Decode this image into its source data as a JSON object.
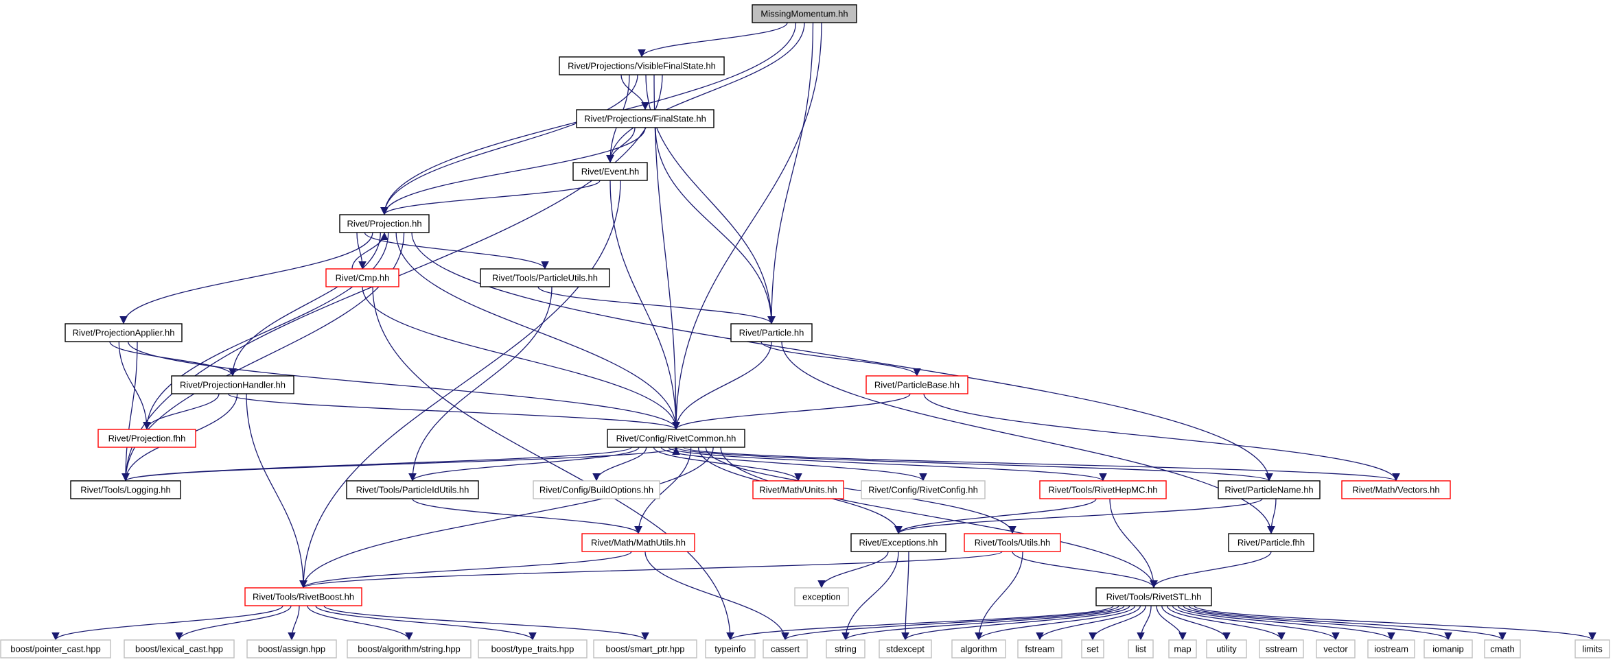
{
  "colors": {
    "root_fill": "#bfbfbf",
    "node_border": "#000000",
    "truncated_border": "#ff0000",
    "external_border": "#bfbfbf",
    "edge": "#191970"
  },
  "nodes": [
    {
      "id": "missing",
      "label": "MissingMomentum.hh",
      "kind": "root"
    },
    {
      "id": "vfs",
      "label": "Rivet/Projections/VisibleFinalState.hh",
      "kind": "normal"
    },
    {
      "id": "fs",
      "label": "Rivet/Projections/FinalState.hh",
      "kind": "normal"
    },
    {
      "id": "event",
      "label": "Rivet/Event.hh",
      "kind": "normal"
    },
    {
      "id": "proj",
      "label": "Rivet/Projection.hh",
      "kind": "normal"
    },
    {
      "id": "cmp",
      "label": "Rivet/Cmp.hh",
      "kind": "truncated"
    },
    {
      "id": "putils",
      "label": "Rivet/Tools/ParticleUtils.hh",
      "kind": "normal"
    },
    {
      "id": "papplier",
      "label": "Rivet/ProjectionApplier.hh",
      "kind": "normal"
    },
    {
      "id": "particle",
      "label": "Rivet/Particle.hh",
      "kind": "normal"
    },
    {
      "id": "phandler",
      "label": "Rivet/ProjectionHandler.hh",
      "kind": "normal"
    },
    {
      "id": "pbase",
      "label": "Rivet/ParticleBase.hh",
      "kind": "truncated"
    },
    {
      "id": "pfhh",
      "label": "Rivet/Projection.fhh",
      "kind": "truncated"
    },
    {
      "id": "common",
      "label": "Rivet/Config/RivetCommon.hh",
      "kind": "normal"
    },
    {
      "id": "logging",
      "label": "Rivet/Tools/Logging.hh",
      "kind": "normal"
    },
    {
      "id": "pidutils",
      "label": "Rivet/Tools/ParticleIdUtils.hh",
      "kind": "normal"
    },
    {
      "id": "buildopts",
      "label": "Rivet/Config/BuildOptions.hh",
      "kind": "external"
    },
    {
      "id": "units",
      "label": "Rivet/Math/Units.hh",
      "kind": "truncated"
    },
    {
      "id": "rconfig",
      "label": "Rivet/Config/RivetConfig.hh",
      "kind": "external"
    },
    {
      "id": "hepmc",
      "label": "Rivet/Tools/RivetHepMC.hh",
      "kind": "truncated"
    },
    {
      "id": "pname",
      "label": "Rivet/ParticleName.hh",
      "kind": "normal"
    },
    {
      "id": "vectors",
      "label": "Rivet/Math/Vectors.hh",
      "kind": "truncated"
    },
    {
      "id": "mathutils",
      "label": "Rivet/Math/MathUtils.hh",
      "kind": "truncated"
    },
    {
      "id": "exceptions",
      "label": "Rivet/Exceptions.hh",
      "kind": "normal"
    },
    {
      "id": "tutils",
      "label": "Rivet/Tools/Utils.hh",
      "kind": "truncated"
    },
    {
      "id": "pfhh2",
      "label": "Rivet/Particle.fhh",
      "kind": "normal"
    },
    {
      "id": "boost",
      "label": "Rivet/Tools/RivetBoost.hh",
      "kind": "truncated"
    },
    {
      "id": "exception",
      "label": "exception",
      "kind": "external"
    },
    {
      "id": "stl",
      "label": "Rivet/Tools/RivetSTL.hh",
      "kind": "normal"
    },
    {
      "id": "b_pc",
      "label": "boost/pointer_cast.hpp",
      "kind": "external"
    },
    {
      "id": "b_lc",
      "label": "boost/lexical_cast.hpp",
      "kind": "external"
    },
    {
      "id": "b_as",
      "label": "boost/assign.hpp",
      "kind": "external"
    },
    {
      "id": "b_alg",
      "label": "boost/algorithm/string.hpp",
      "kind": "external"
    },
    {
      "id": "b_tt",
      "label": "boost/type_traits.hpp",
      "kind": "external"
    },
    {
      "id": "b_sp",
      "label": "boost/smart_ptr.hpp",
      "kind": "external"
    },
    {
      "id": "typeinfo",
      "label": "typeinfo",
      "kind": "external"
    },
    {
      "id": "cassert",
      "label": "cassert",
      "kind": "external"
    },
    {
      "id": "string",
      "label": "string",
      "kind": "external"
    },
    {
      "id": "stdexcept",
      "label": "stdexcept",
      "kind": "external"
    },
    {
      "id": "algorithm",
      "label": "algorithm",
      "kind": "external"
    },
    {
      "id": "fstream",
      "label": "fstream",
      "kind": "external"
    },
    {
      "id": "set",
      "label": "set",
      "kind": "external"
    },
    {
      "id": "list",
      "label": "list",
      "kind": "external"
    },
    {
      "id": "map",
      "label": "map",
      "kind": "external"
    },
    {
      "id": "utility",
      "label": "utility",
      "kind": "external"
    },
    {
      "id": "sstream",
      "label": "sstream",
      "kind": "external"
    },
    {
      "id": "vector",
      "label": "vector",
      "kind": "external"
    },
    {
      "id": "iostream",
      "label": "iostream",
      "kind": "external"
    },
    {
      "id": "iomanip",
      "label": "iomanip",
      "kind": "external"
    },
    {
      "id": "cmath",
      "label": "cmath",
      "kind": "external"
    },
    {
      "id": "limits",
      "label": "limits",
      "kind": "external"
    }
  ],
  "edges": [
    [
      "missing",
      "vfs"
    ],
    [
      "missing",
      "proj"
    ],
    [
      "missing",
      "event"
    ],
    [
      "missing",
      "particle"
    ],
    [
      "missing",
      "common"
    ],
    [
      "vfs",
      "fs"
    ],
    [
      "vfs",
      "event"
    ],
    [
      "vfs",
      "proj"
    ],
    [
      "vfs",
      "particle"
    ],
    [
      "vfs",
      "common"
    ],
    [
      "vfs",
      "logging"
    ],
    [
      "fs",
      "event"
    ],
    [
      "fs",
      "proj"
    ],
    [
      "fs",
      "particle"
    ],
    [
      "event",
      "proj"
    ],
    [
      "event",
      "common"
    ],
    [
      "event",
      "boost"
    ],
    [
      "proj",
      "cmp"
    ],
    [
      "proj",
      "putils"
    ],
    [
      "proj",
      "papplier"
    ],
    [
      "proj",
      "phandler"
    ],
    [
      "proj",
      "pfhh"
    ],
    [
      "proj",
      "common"
    ],
    [
      "proj",
      "logging"
    ],
    [
      "proj",
      "pname"
    ],
    [
      "cmp",
      "proj"
    ],
    [
      "cmp",
      "common"
    ],
    [
      "cmp",
      "typeinfo"
    ],
    [
      "putils",
      "particle"
    ],
    [
      "putils",
      "pidutils"
    ],
    [
      "papplier",
      "phandler"
    ],
    [
      "papplier",
      "pfhh"
    ],
    [
      "papplier",
      "common"
    ],
    [
      "papplier",
      "logging"
    ],
    [
      "particle",
      "pbase"
    ],
    [
      "particle",
      "common"
    ],
    [
      "particle",
      "pfhh2"
    ],
    [
      "phandler",
      "pfhh"
    ],
    [
      "phandler",
      "common"
    ],
    [
      "phandler",
      "logging"
    ],
    [
      "phandler",
      "boost"
    ],
    [
      "pbase",
      "common"
    ],
    [
      "pbase",
      "vectors"
    ],
    [
      "common",
      "logging"
    ],
    [
      "common",
      "pidutils"
    ],
    [
      "common",
      "buildopts"
    ],
    [
      "common",
      "units"
    ],
    [
      "common",
      "rconfig"
    ],
    [
      "common",
      "hepmc"
    ],
    [
      "common",
      "pname"
    ],
    [
      "common",
      "vectors"
    ],
    [
      "common",
      "mathutils"
    ],
    [
      "common",
      "exceptions"
    ],
    [
      "common",
      "tutils"
    ],
    [
      "common",
      "boost"
    ],
    [
      "common",
      "stl"
    ],
    [
      "logging",
      "common"
    ],
    [
      "pidutils",
      "mathutils"
    ],
    [
      "hepmc",
      "exceptions"
    ],
    [
      "hepmc",
      "stl"
    ],
    [
      "pname",
      "exceptions"
    ],
    [
      "pname",
      "pfhh2"
    ],
    [
      "mathutils",
      "boost"
    ],
    [
      "mathutils",
      "cassert"
    ],
    [
      "exceptions",
      "exception"
    ],
    [
      "exceptions",
      "string"
    ],
    [
      "exceptions",
      "stdexcept"
    ],
    [
      "tutils",
      "boost"
    ],
    [
      "tutils",
      "stl"
    ],
    [
      "tutils",
      "algorithm"
    ],
    [
      "pfhh2",
      "stl"
    ],
    [
      "boost",
      "b_pc"
    ],
    [
      "boost",
      "b_lc"
    ],
    [
      "boost",
      "b_as"
    ],
    [
      "boost",
      "b_alg"
    ],
    [
      "boost",
      "b_tt"
    ],
    [
      "boost",
      "b_sp"
    ],
    [
      "stl",
      "typeinfo"
    ],
    [
      "stl",
      "cassert"
    ],
    [
      "stl",
      "string"
    ],
    [
      "stl",
      "stdexcept"
    ],
    [
      "stl",
      "algorithm"
    ],
    [
      "stl",
      "fstream"
    ],
    [
      "stl",
      "set"
    ],
    [
      "stl",
      "list"
    ],
    [
      "stl",
      "map"
    ],
    [
      "stl",
      "utility"
    ],
    [
      "stl",
      "sstream"
    ],
    [
      "stl",
      "vector"
    ],
    [
      "stl",
      "iostream"
    ],
    [
      "stl",
      "iomanip"
    ],
    [
      "stl",
      "cmath"
    ],
    [
      "stl",
      "limits"
    ]
  ]
}
